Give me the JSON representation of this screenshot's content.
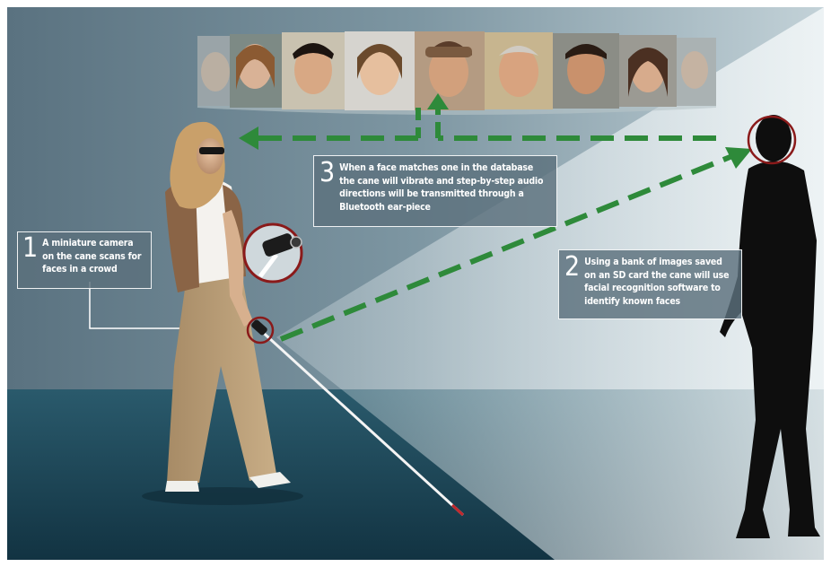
{
  "callouts": {
    "one": {
      "number": "1",
      "text": "A miniature camera on the cane scans for faces in a crowd"
    },
    "two": {
      "number": "2",
      "text": "Using a bank of images saved on an SD card the cane will use facial recognition software to identify known faces"
    },
    "three": {
      "number": "3",
      "text": "When a face matches one in the database the cane will vibrate and step-by-step audio directions will be transmitted through a Bluetooth ear-piece"
    }
  },
  "colors": {
    "wall": "#6f8793",
    "floor": "#1f4a5c",
    "arrow": "#2e8a3a",
    "highlight_ring": "#8a1a1a",
    "silhouette": "#0e0e0e"
  },
  "face_strip": {
    "faces": [
      "face-1",
      "face-2",
      "face-3",
      "face-4",
      "face-5",
      "face-6",
      "face-7",
      "face-8",
      "face-9"
    ]
  }
}
